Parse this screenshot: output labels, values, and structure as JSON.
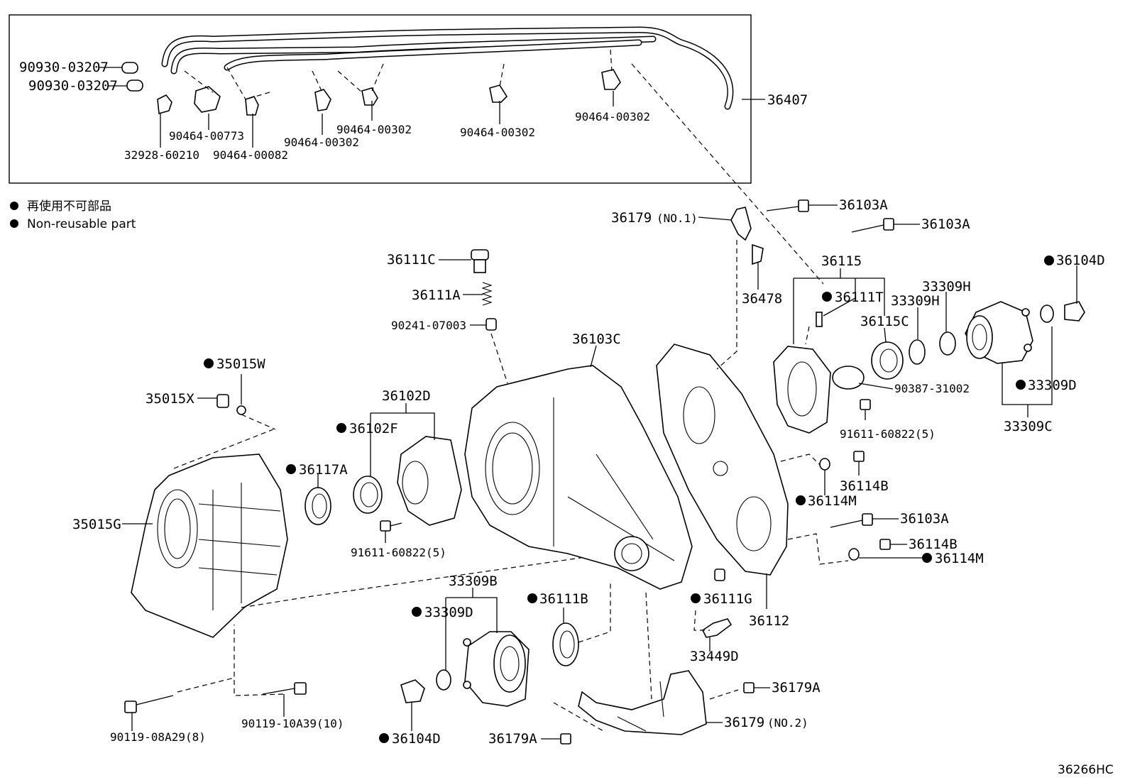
{
  "legend": {
    "jp_text": "再使用不可部品",
    "en_text": "Non-reusable part"
  },
  "diagram_code": "36266HC",
  "labels": {
    "hose_1": "90930-03207",
    "hose_2": "90930-03207",
    "clamp_773": "90464-00773",
    "clip_32928": "32928-60210",
    "clamp_082": "90464-00082",
    "clamp_302a": "90464-00302",
    "clamp_302b": "90464-00302",
    "clamp_302c": "90464-00302",
    "clamp_302d": "90464-00302",
    "hose_assy": "36407",
    "bolt_103a_1": "36103A",
    "bolt_103a_2": "36103A",
    "bracket_179_no1": "36179",
    "no1": "(NO.1)",
    "bracket_478": "36478",
    "group_115": "36115",
    "breather_111t": "36111T",
    "bearing_115c": "36115C",
    "oil_seal_309h_1": "33309H",
    "oil_seal_309h_2": "33309H",
    "nut_104d_r": "36104D",
    "spacer_309d_r": "33309D",
    "group_309c": "33309C",
    "collar_90387": "90387-31002",
    "bolt_91611_r": "91611-60822(5)",
    "plug_111c": "36111C",
    "spring_111a": "36111A",
    "ball_90241": "90241-07003",
    "case_103c": "36103C",
    "group_102d": "36102D",
    "seal_102f": "36102F",
    "seal_015w": "35015W",
    "plug_015x": "35015X",
    "seal_117a": "36117A",
    "adapter_015g": "35015G",
    "bolt_91611_l": "91611-60822(5)",
    "group_309b": "33309B",
    "spacer_309d_l": "33309D",
    "seal_111b": "36111B",
    "plug_111g": "36111G",
    "sensor_449d": "33449D",
    "case_112": "36112",
    "gasket_114m_1": "36114M",
    "bolt_114b_1": "36114B",
    "bolt_103a_3": "36103A",
    "bolt_114b_2": "36114B",
    "gasket_114m_2": "36114M",
    "bolt_179a_1": "36179A",
    "bracket_179_no2": "36179",
    "no2": "(NO.2)",
    "bolt_179a_2": "36179A",
    "nut_104d_l": "36104D",
    "bolt_90119_08a": "90119-08A29(8)",
    "bolt_90119_10a": "90119-10A39(10)"
  }
}
